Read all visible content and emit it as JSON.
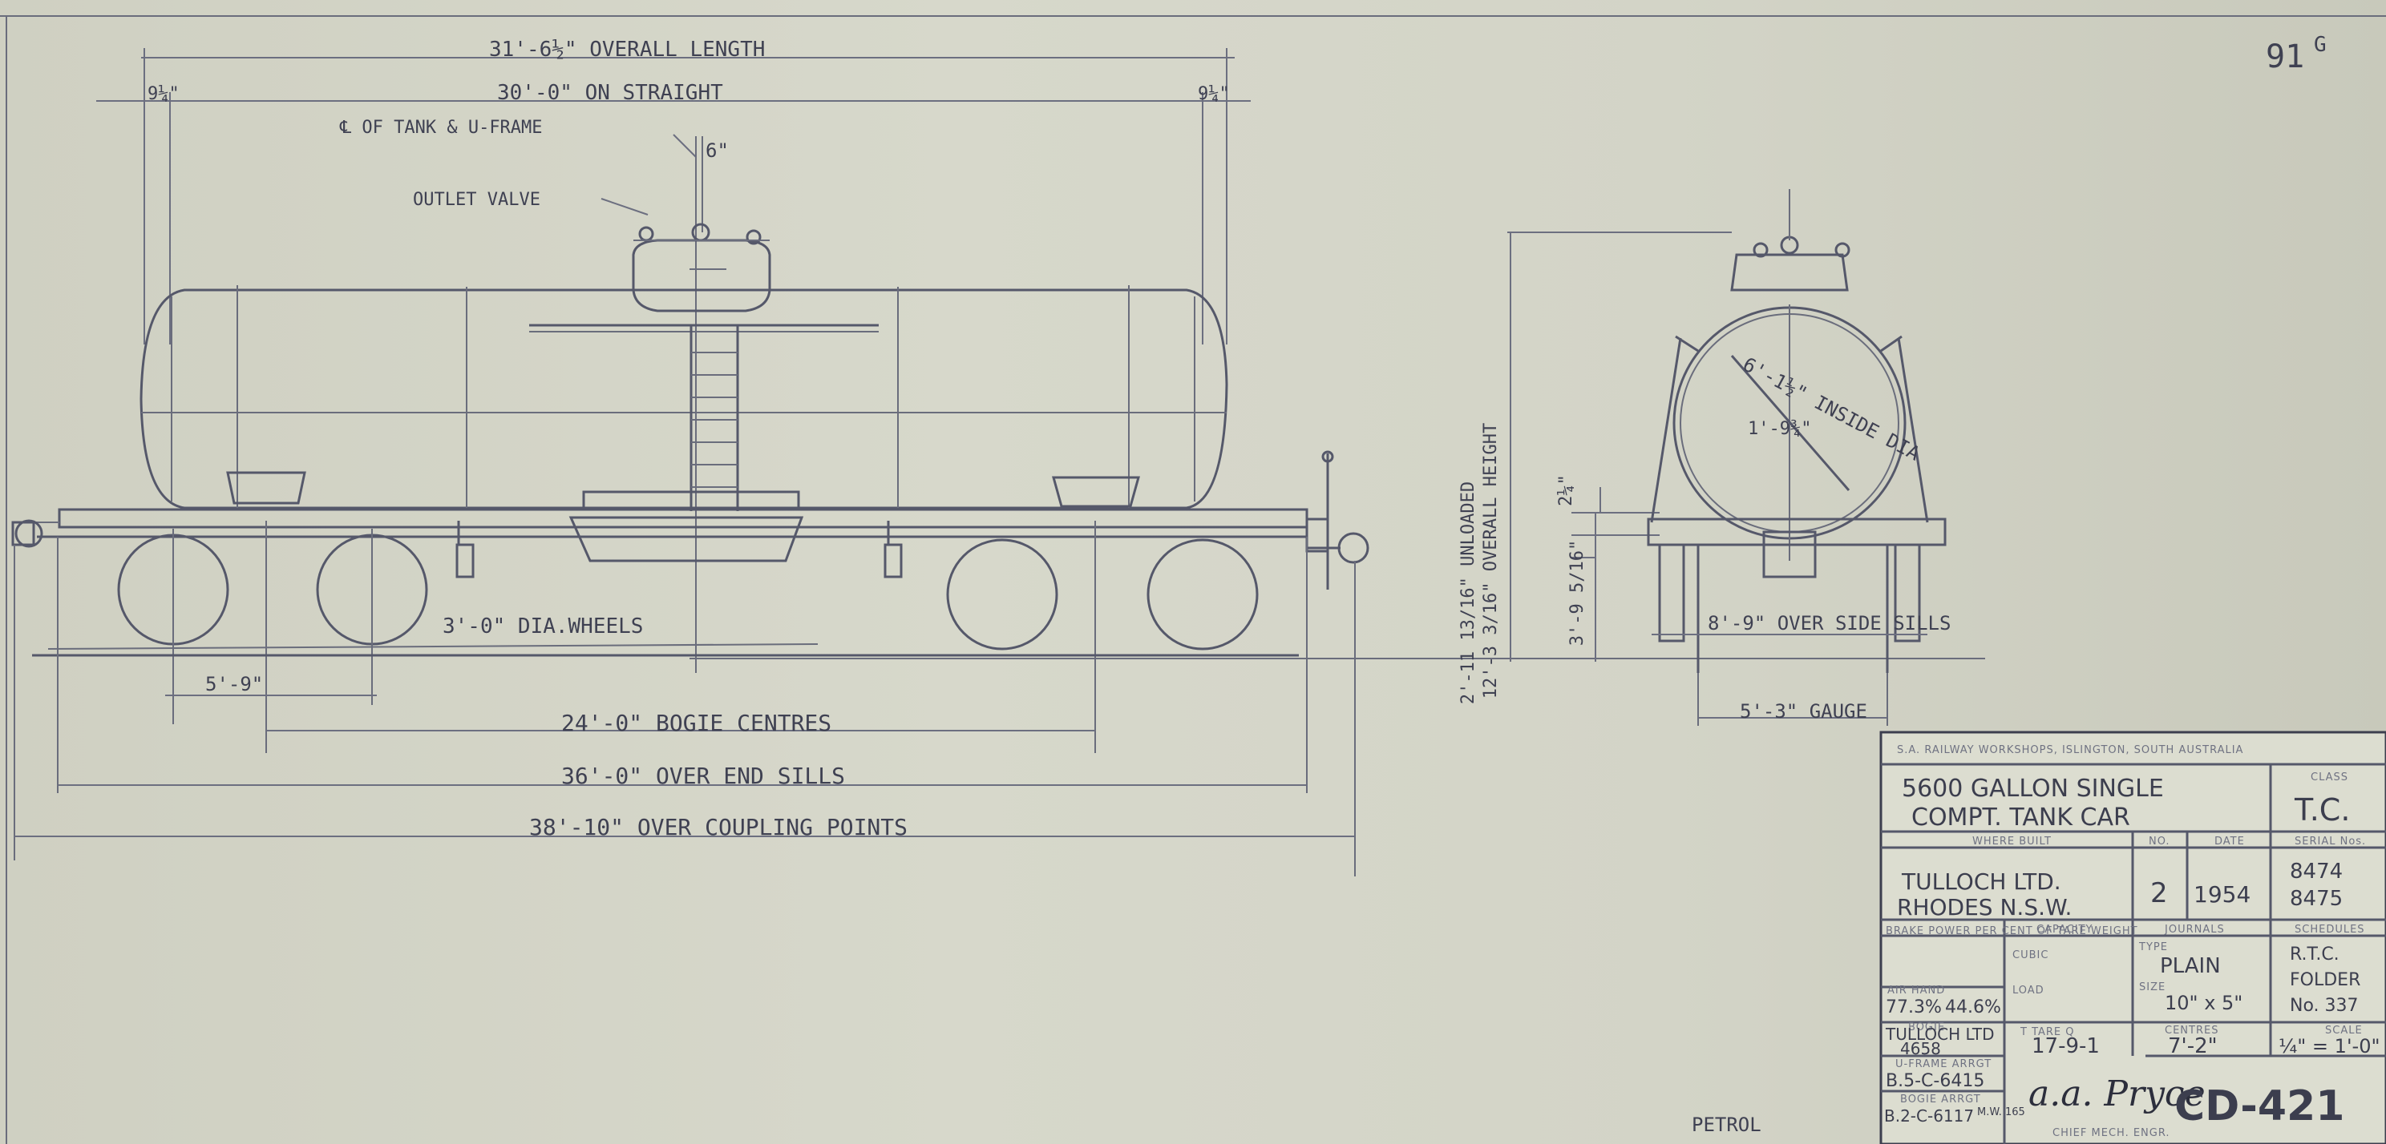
{
  "sheet_number": "91",
  "sheet_number_sup": "G",
  "side_view": {
    "overall_length": "31'-6½\" OVERALL LENGTH",
    "on_straight": "30'-0\" ON STRAIGHT",
    "end_offset_left": "9¼\"",
    "end_offset_right": "9¼\"",
    "centre_line_label": "℄ OF TANK & U-FRAME",
    "six_inch": "6\"",
    "outlet_valve": "OUTLET VALVE",
    "wheels": "3'-0\" DIA.WHEELS",
    "wheelbase": "5'-9\"",
    "bogie_centres": "24'-0\" BOGIE CENTRES",
    "end_sills": "36'-0\" OVER END SILLS",
    "coupling_points": "38'-10\" OVER COUPLING POINTS",
    "unloaded_height": "2'-11 13/16\" UNLOADED",
    "sill_height": "3'-9 5/16\"",
    "overall_height": "12'-3 3/16\" OVERALL HEIGHT",
    "height_step": "2¼\""
  },
  "end_view": {
    "inside_dia": "6'-1½\" INSIDE DIA",
    "radius": "1'-9¾\"",
    "over_side_sills": "8'-9\" OVER SIDE SILLS",
    "gauge": "5'-3\" GAUGE"
  },
  "product": "PETROL",
  "title_block": {
    "works": "S.A. RAILWAY WORKSHOPS, ISLINGTON, SOUTH AUSTRALIA",
    "title_line1": "5600 GALLON SINGLE",
    "title_line2": "COMPT. TANK CAR",
    "class_label": "CLASS",
    "class_value": "T.C.",
    "where_built_label": "WHERE BUILT",
    "no_label": "NO.",
    "date_label": "DATE",
    "serial_label": "SERIAL Nos.",
    "builder_line1": "TULLOCH LTD.",
    "builder_line2": "RHODES N.S.W.",
    "number_built": "2",
    "date": "1954",
    "serial1": "8474",
    "serial2": "8475",
    "brake_power_label": "BRAKE POWER PER CENT OF TARE WEIGHT",
    "capacity_label": "CAPACITY",
    "journals_label": "JOURNALS",
    "schedules_label": "SCHEDULES",
    "cubic_label": "CUBIC",
    "load_label": "LOAD",
    "type_label": "TYPE",
    "journal_type": "PLAIN",
    "size_label": "SIZE",
    "journal_size": "10\" x 5\"",
    "air_hand_label": "AIR      HAND",
    "air_value": "77.3%",
    "hand_value": "44.6%",
    "schedule1": "R.T.C.",
    "schedule2": "FOLDER",
    "schedule3": "No. 337",
    "bogie_label": "BOGIE",
    "bogie_maker": "TULLOCH LTD",
    "bogie_no": "4658",
    "tare_label": "T   TARE   Q",
    "tare_value": "17-9-1",
    "centres_label": "CENTRES",
    "centres_value": "7'-2\"",
    "scale_label": "SCALE",
    "scale_value": "¼\" = 1'-0\"",
    "uframe_label": "U-FRAME ARRGT",
    "uframe_value": "B.5-C-6415",
    "bogie_arrgt_label": "BOGIE ARRGT",
    "bogie_arrgt_value": "B.2-C-6117",
    "bogie_arrgt_suffix": "M.W. 165",
    "signature": "a.a. Pryce",
    "cme_label": "CHIEF MECH. ENGR.",
    "drawing_no": "CD-421"
  }
}
